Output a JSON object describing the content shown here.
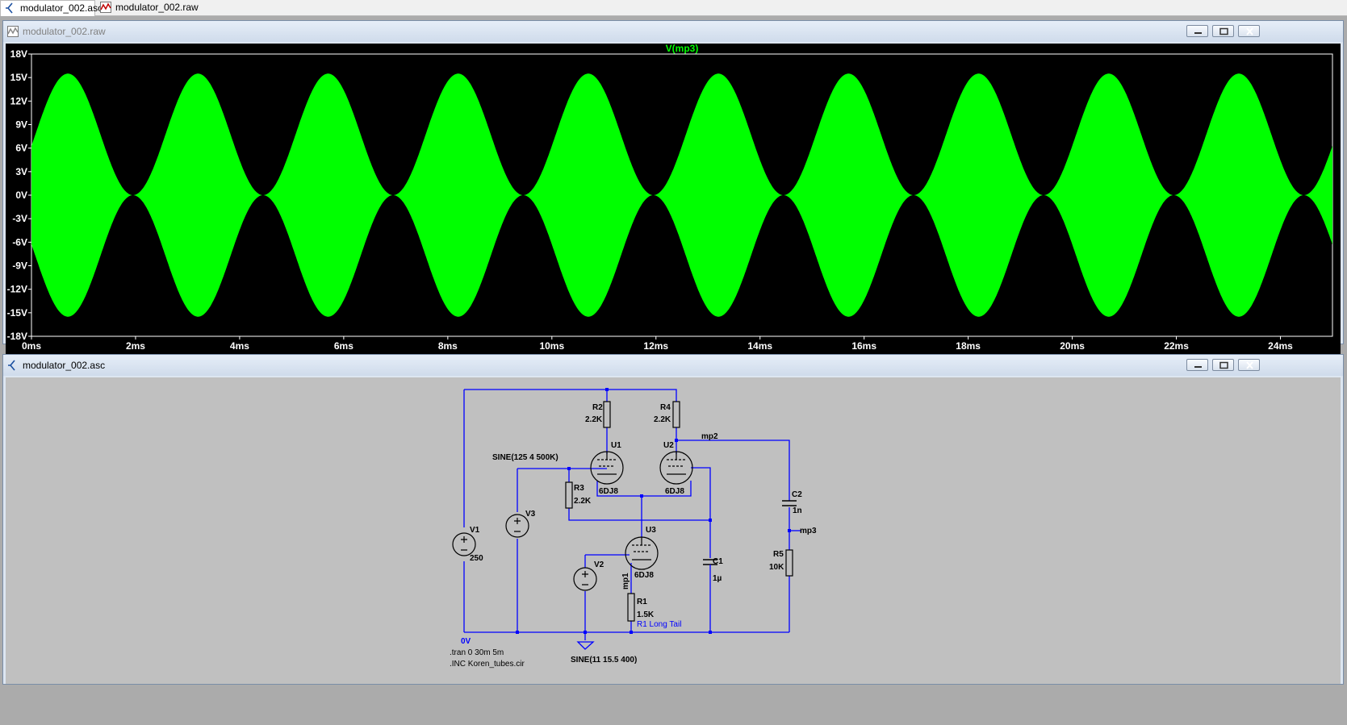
{
  "tabs": [
    {
      "label": "modulator_002.asc",
      "icon": "schematic-icon"
    },
    {
      "label": "modulator_002.raw",
      "icon": "waveform-icon"
    }
  ],
  "waveform_window": {
    "title": "modulator_002.raw",
    "trace_label": "V(mp3)",
    "trace_color": "#00ff00",
    "background": "#000000"
  },
  "schematic_window": {
    "title": "modulator_002.asc",
    "wire_color": "#0000ff",
    "background": "#c0c0c0"
  },
  "chart_data": {
    "type": "line",
    "title": "V(mp3)",
    "xlabel": "",
    "ylabel": "",
    "x_unit": "ms",
    "y_unit": "V",
    "xlim": [
      0,
      25
    ],
    "ylim": [
      -18,
      18
    ],
    "x_ticks": [
      "0ms",
      "2ms",
      "4ms",
      "6ms",
      "8ms",
      "10ms",
      "12ms",
      "14ms",
      "16ms",
      "18ms",
      "20ms",
      "22ms",
      "24ms"
    ],
    "y_ticks": [
      "18V",
      "15V",
      "12V",
      "9V",
      "6V",
      "3V",
      "0V",
      "-3V",
      "-6V",
      "-9V",
      "-12V",
      "-15V",
      "-18V"
    ],
    "grid": false,
    "series": [
      {
        "name": "V(mp3)",
        "carrier_hz": 500000,
        "envelope": {
          "modulation_hz": 400,
          "center_v": 7.75,
          "amplitude_v": 7.75,
          "max_v": 15.5,
          "min_v": 0,
          "first_peak_ms": 0.7
        }
      }
    ]
  },
  "schematic": {
    "components": {
      "R2": {
        "name": "R2",
        "value": "2.2K"
      },
      "R4": {
        "name": "R4",
        "value": "2.2K"
      },
      "R3": {
        "name": "R3",
        "value": "2.2K"
      },
      "R1": {
        "name": "R1",
        "value": "1.5K"
      },
      "R5": {
        "name": "R5",
        "value": "10K"
      },
      "C1": {
        "name": "C1",
        "value": "1µ"
      },
      "C2": {
        "name": "C2",
        "value": "1n"
      },
      "U1": {
        "name": "U1",
        "value": "6DJ8"
      },
      "U2": {
        "name": "U2",
        "value": "6DJ8"
      },
      "U3": {
        "name": "U3",
        "value": "6DJ8"
      },
      "V1": {
        "name": "V1",
        "value": "250"
      },
      "V2": {
        "name": "V2",
        "value": "SINE(11 15.5 400)"
      },
      "V3": {
        "name": "V3",
        "value": "SINE(125 4 500K)"
      }
    },
    "nets": {
      "mp1": "mp1",
      "mp2": "mp2",
      "mp3": "mp3",
      "ground": "0V"
    },
    "comments": {
      "r1_note": "R1 Long Tail"
    },
    "directives": [
      ".tran 0 30m 5m",
      ".INC Koren_tubes.cir"
    ]
  }
}
